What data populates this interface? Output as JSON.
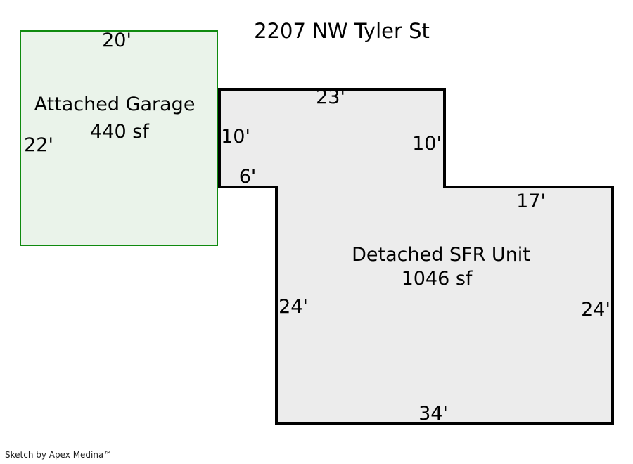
{
  "page": {
    "title": "2207 NW Tyler St",
    "credit": "Sketch by Apex Medina™"
  },
  "colors": {
    "background": "#ffffff",
    "garage_fill": "#eaf3ea",
    "garage_border": "#0f8a0f",
    "sfr_fill": "#ececec",
    "sfr_border": "#000000",
    "text": "#000000"
  },
  "garage": {
    "label": "Attached Garage",
    "area": "440 sf",
    "dimensions": {
      "top": "20'",
      "left": "22'"
    }
  },
  "sfr_unit": {
    "label": "Detached SFR Unit",
    "area": "1046 sf",
    "dimensions": {
      "top": "23'",
      "upper_left": "10'",
      "upper_right": "10'",
      "notch": "6'",
      "step_right": "17'",
      "left": "24'",
      "right": "24'",
      "bottom": "34'"
    }
  }
}
